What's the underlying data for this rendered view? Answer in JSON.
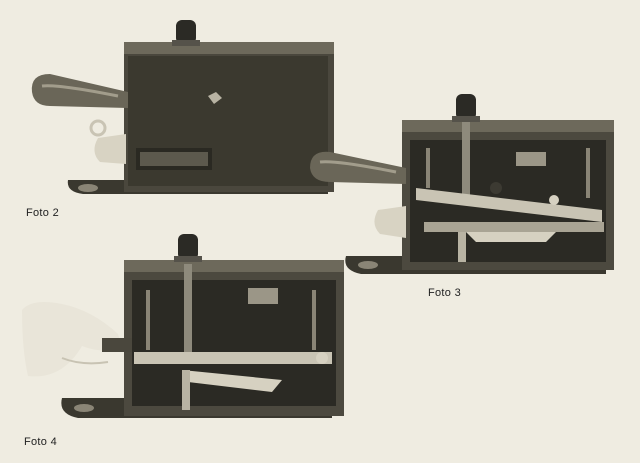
{
  "captions": {
    "foto2": "Foto 2",
    "foto3": "Foto 3",
    "foto4": "Foto 4"
  },
  "colors": {
    "paper": "#efece1",
    "dark": "#2b2a25",
    "mid": "#5a574c",
    "light": "#c9c4b4"
  }
}
